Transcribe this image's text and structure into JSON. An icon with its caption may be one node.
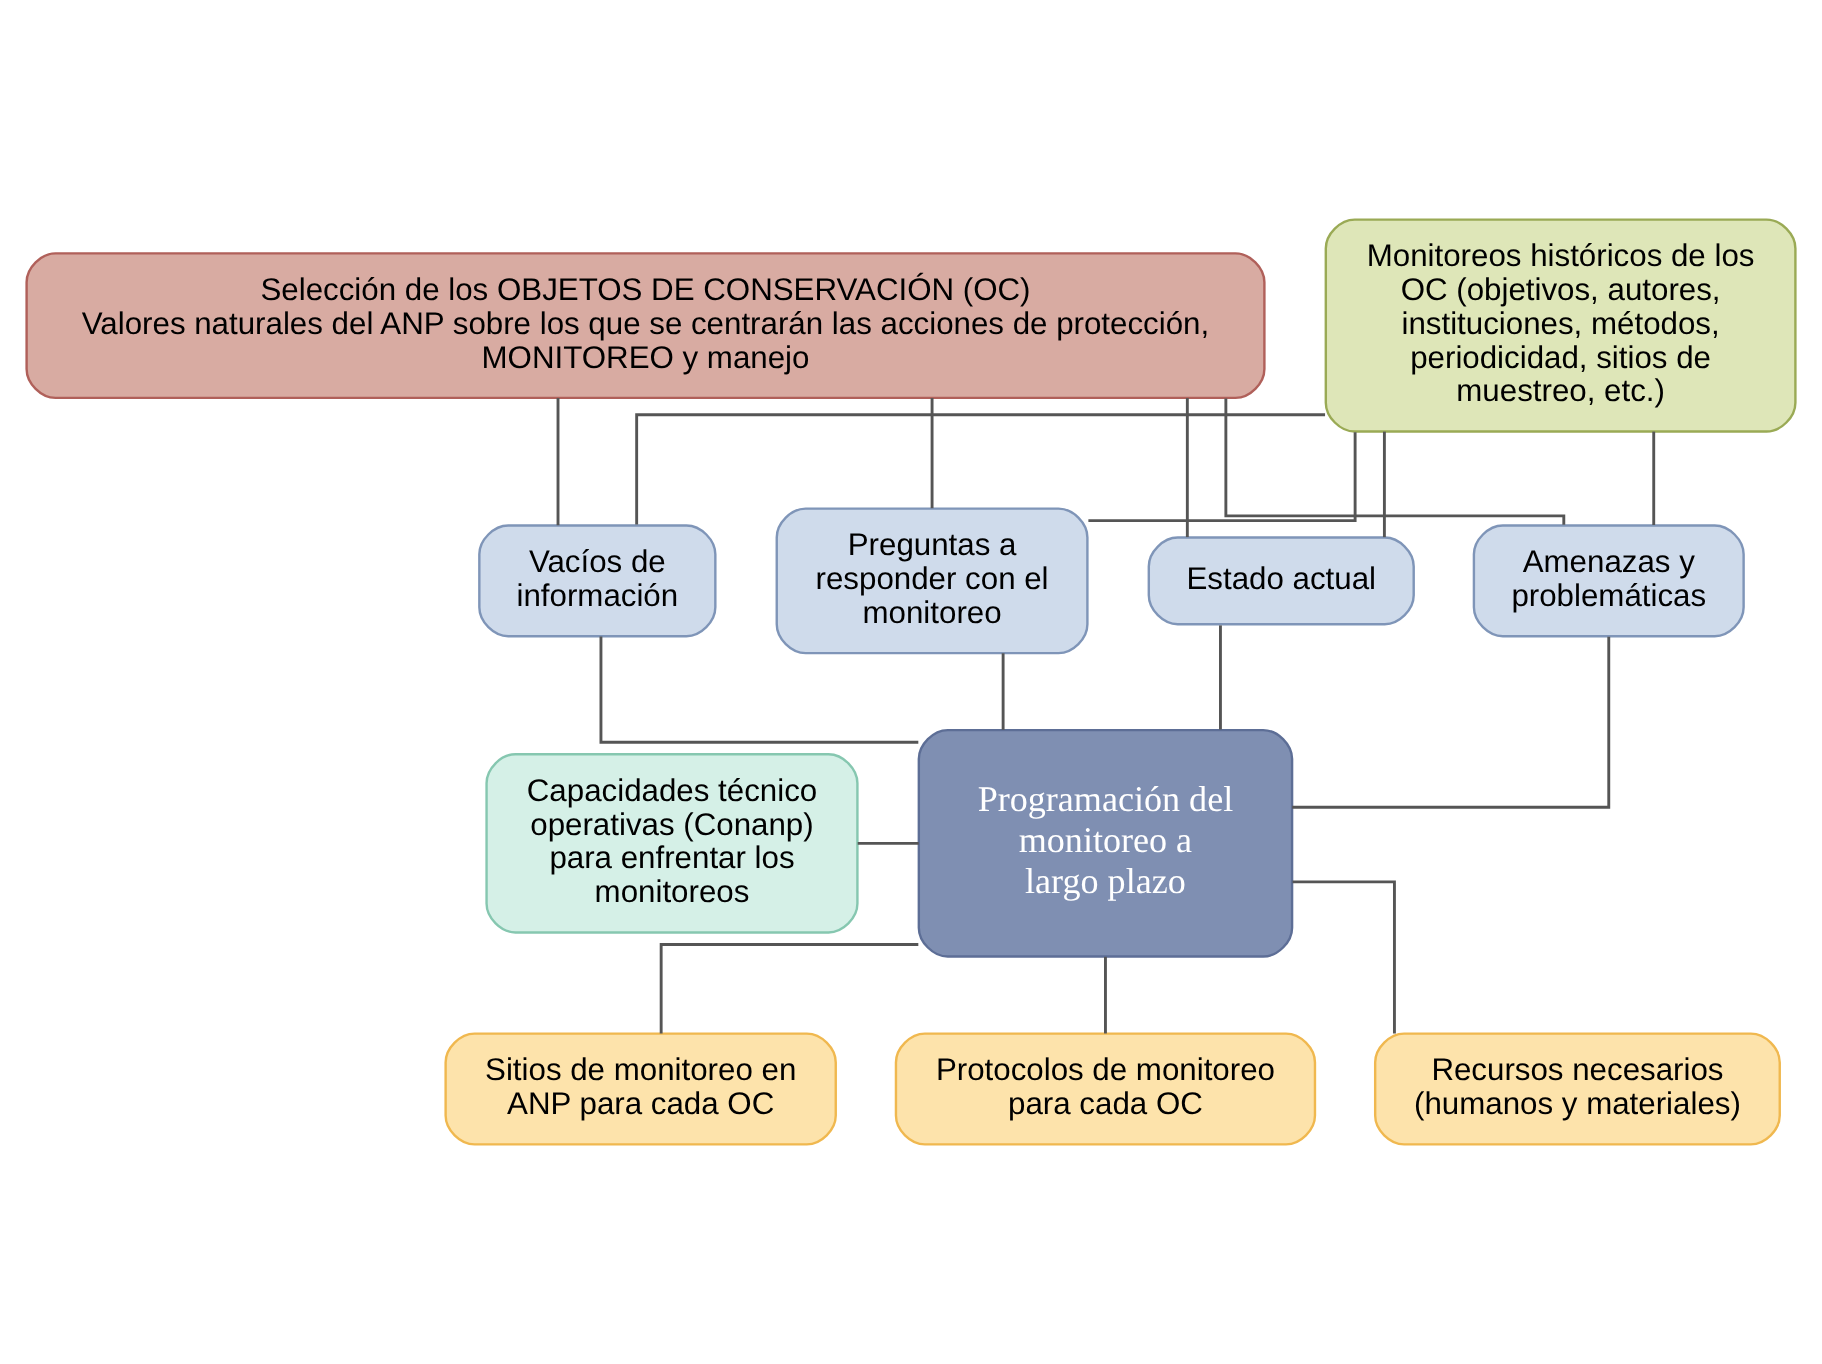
{
  "diagram": {
    "nodes": [
      {
        "text": [
          "Selección de los OBJETOS DE CONSERVACIÓN (OC)",
          "Valores naturales del ANP sobre los que se centrarán las acciones de protección, MONITOREO y manejo"
        ]
      },
      {
        "text": [
          "Monitoreos históricos de los OC (objetivos, autores, instituciones, métodos, periodicidad, sitios de muestreo, etc.)"
        ]
      },
      {
        "text": [
          "Estado actual"
        ]
      },
      {
        "text": [
          "Amenazas y problemáticas"
        ]
      },
      {
        "text": [
          "Vacíos de información"
        ]
      },
      {
        "text": [
          "Preguntas a responder con el monitoreo"
        ]
      },
      {
        "text": [
          "Programación del monitoreo a largo plazo"
        ]
      },
      {
        "text": [
          "Capacidades técnico operativas (Conanp) para enfrentar los monitoreos"
        ]
      },
      {
        "text": [
          "Sitios de monitoreo en ANP para cada OC"
        ]
      },
      {
        "text": [
          "Protocolos de monitoreo para cada OC"
        ]
      },
      {
        "text": [
          "Recursos necesarios (humanos y materiales)"
        ]
      }
    ],
    "edges": [
      {
        "from": 0,
        "to": 2,
        "arrow": "none"
      },
      {
        "from": 0,
        "to": 3,
        "arrow": "none"
      },
      {
        "from": 0,
        "to": 4,
        "arrow": "none"
      },
      {
        "from": 0,
        "to": 5,
        "arrow": "none"
      },
      {
        "from": 1,
        "to": 2,
        "arrow": "none"
      },
      {
        "from": 1,
        "to": 3,
        "arrow": "none"
      },
      {
        "from": 1,
        "to": 4,
        "arrow": "none"
      },
      {
        "from": 1,
        "to": 5,
        "arrow": "none"
      },
      {
        "from": 2,
        "to": 6,
        "arrow": "none"
      },
      {
        "from": 3,
        "to": 6,
        "arrow": "none"
      },
      {
        "from": 4,
        "to": 6,
        "arrow": "none"
      },
      {
        "from": 5,
        "to": 6,
        "arrow": "none"
      },
      {
        "from": 7,
        "to": 6,
        "arrow": "none"
      },
      {
        "from": 6,
        "to": 8,
        "arrow": "none"
      },
      {
        "from": 6,
        "to": 9,
        "arrow": "none"
      },
      {
        "from": 6,
        "to": 10,
        "arrow": "none"
      }
    ]
  }
}
